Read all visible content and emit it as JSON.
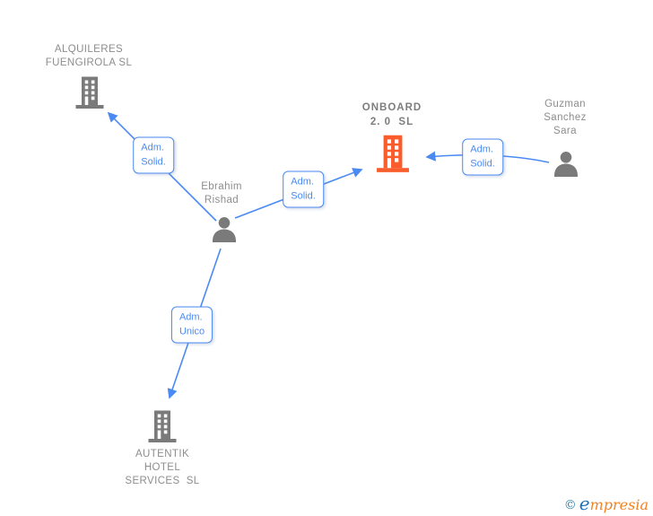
{
  "diagram": {
    "type": "corporate-relationship-graph",
    "nodes": {
      "alquileres": {
        "label": "ALQUILERES\nFUENGIROLA SL",
        "type": "company",
        "icon": "building-gray"
      },
      "onboard": {
        "label": "ONBOARD\n2. 0  SL",
        "type": "company",
        "icon": "building-orange",
        "highlighted": true
      },
      "guzman": {
        "label": "Guzman\nSanchez\nSara",
        "type": "person",
        "icon": "person-gray"
      },
      "ebrahim": {
        "label": "Ebrahim\nRishad",
        "type": "person",
        "icon": "person-gray"
      },
      "autentik": {
        "label": "AUTENTIK\nHOTEL\nSERVICES  SL",
        "type": "company",
        "icon": "building-gray"
      }
    },
    "edges": [
      {
        "from": "Ebrahim Rishad",
        "to": "ALQUILERES FUENGIROLA SL",
        "label": "Adm.\nSolid."
      },
      {
        "from": "Ebrahim Rishad",
        "to": "ONBOARD 2.0 SL",
        "label": "Adm.\nSolid."
      },
      {
        "from": "Guzman Sanchez Sara",
        "to": "ONBOARD 2.0 SL",
        "label": "Adm.\nSolid."
      },
      {
        "from": "Ebrahim Rishad",
        "to": "AUTENTIK HOTEL SERVICES SL",
        "label": "Adm.\nUnico"
      }
    ],
    "colors": {
      "edge_blue": "#4a8af2",
      "node_text_gray": "#8d8d8d",
      "highlight_text_gray": "#7d7d7d",
      "icon_gray": "#7a7a7a",
      "icon_orange": "#fb5c2b"
    }
  },
  "watermark": {
    "copyright": "©",
    "brand_initial": "e",
    "brand_rest": "mpresia"
  }
}
